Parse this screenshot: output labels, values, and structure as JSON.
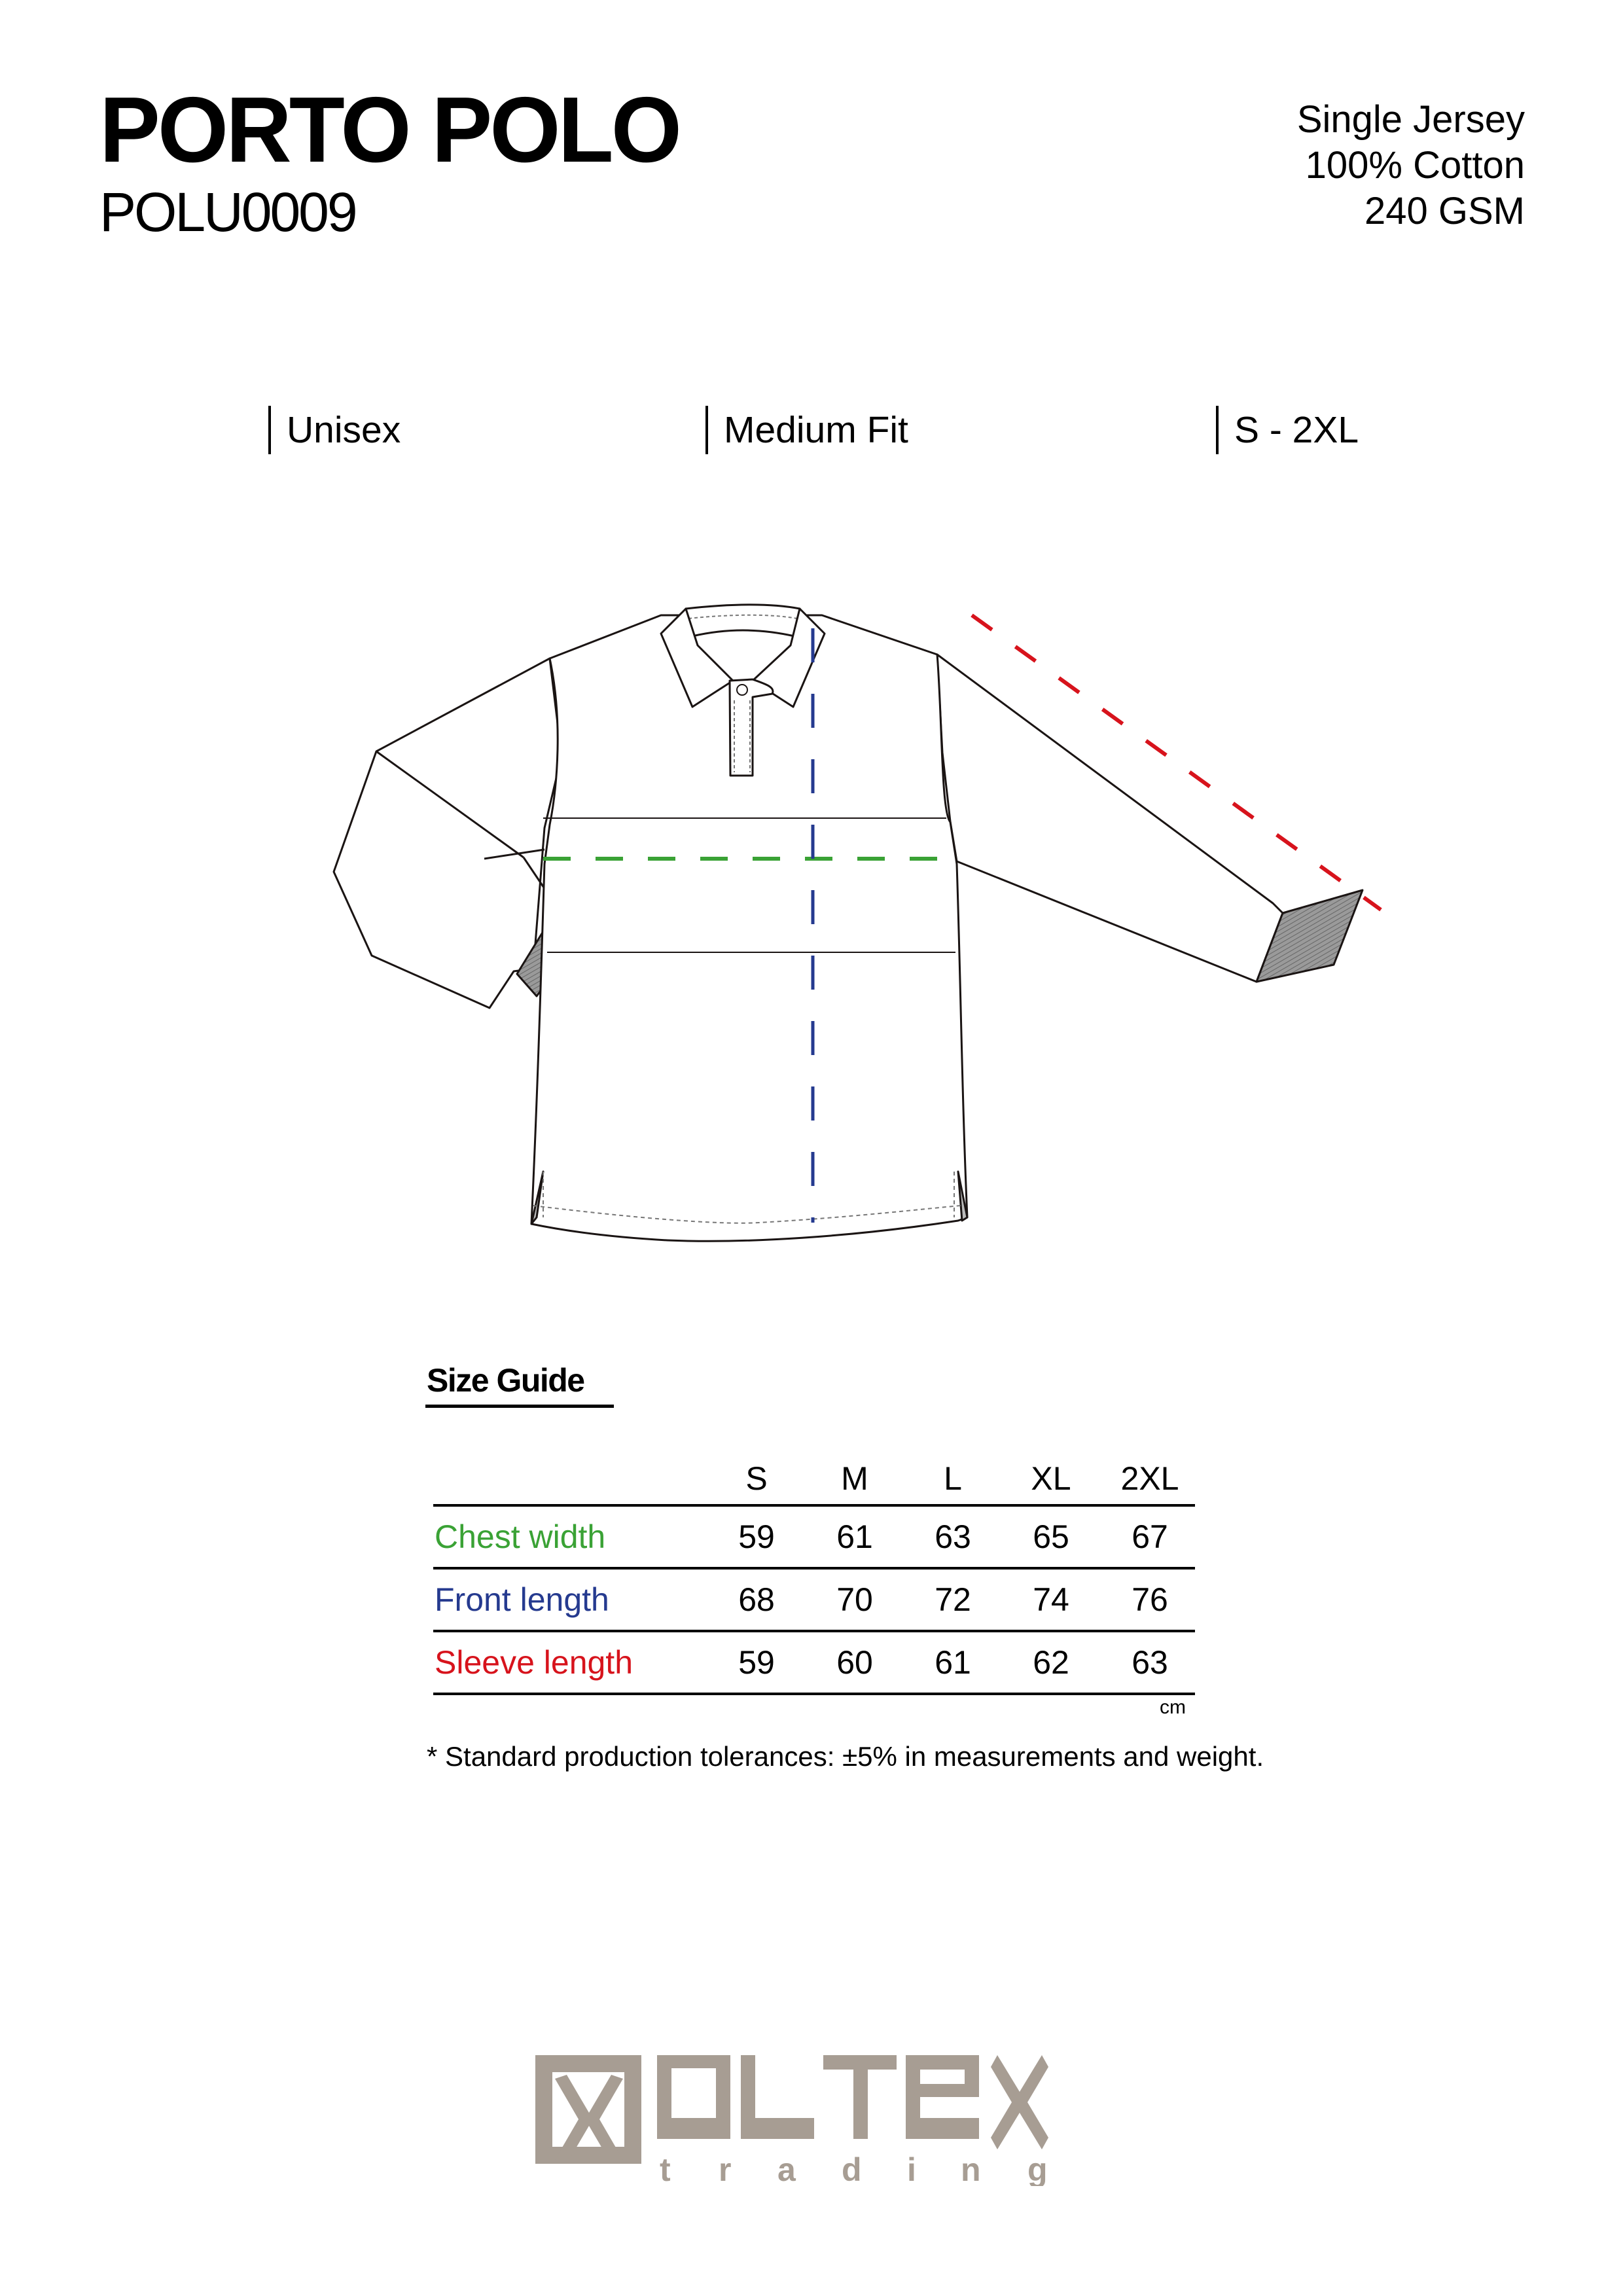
{
  "header": {
    "title": "PORTO POLO",
    "sku": "POLU0009",
    "specs": [
      "Single Jersey",
      "100% Cotton",
      "240 GSM"
    ]
  },
  "attributes": [
    {
      "label": "Unisex"
    },
    {
      "label": "Medium Fit"
    },
    {
      "label": "S - 2XL"
    }
  ],
  "garment": {
    "icon": "long-sleeve-polo-flat-sketch",
    "measure_colors": {
      "chest_width": "#3aa235",
      "front_length": "#253a8f",
      "sleeve_length": "#d7131c"
    }
  },
  "size_guide": {
    "title": "Size Guide",
    "columns": [
      "S",
      "M",
      "L",
      "XL",
      "2XL"
    ],
    "rows": [
      {
        "label": "Chest width",
        "color": "#3aa235",
        "values": [
          "59",
          "61",
          "63",
          "65",
          "67"
        ]
      },
      {
        "label": "Front length",
        "color": "#253a8f",
        "values": [
          "68",
          "70",
          "72",
          "74",
          "76"
        ]
      },
      {
        "label": "Sleeve length",
        "color": "#d7131c",
        "values": [
          "59",
          "60",
          "61",
          "62",
          "63"
        ]
      }
    ],
    "unit": "cm",
    "note": "* Standard production tolerances: ±5% in measurements and weight."
  },
  "footer": {
    "logo_word": "OLTEX",
    "logo_sub": "trading",
    "logo_color": "#a79d93"
  }
}
